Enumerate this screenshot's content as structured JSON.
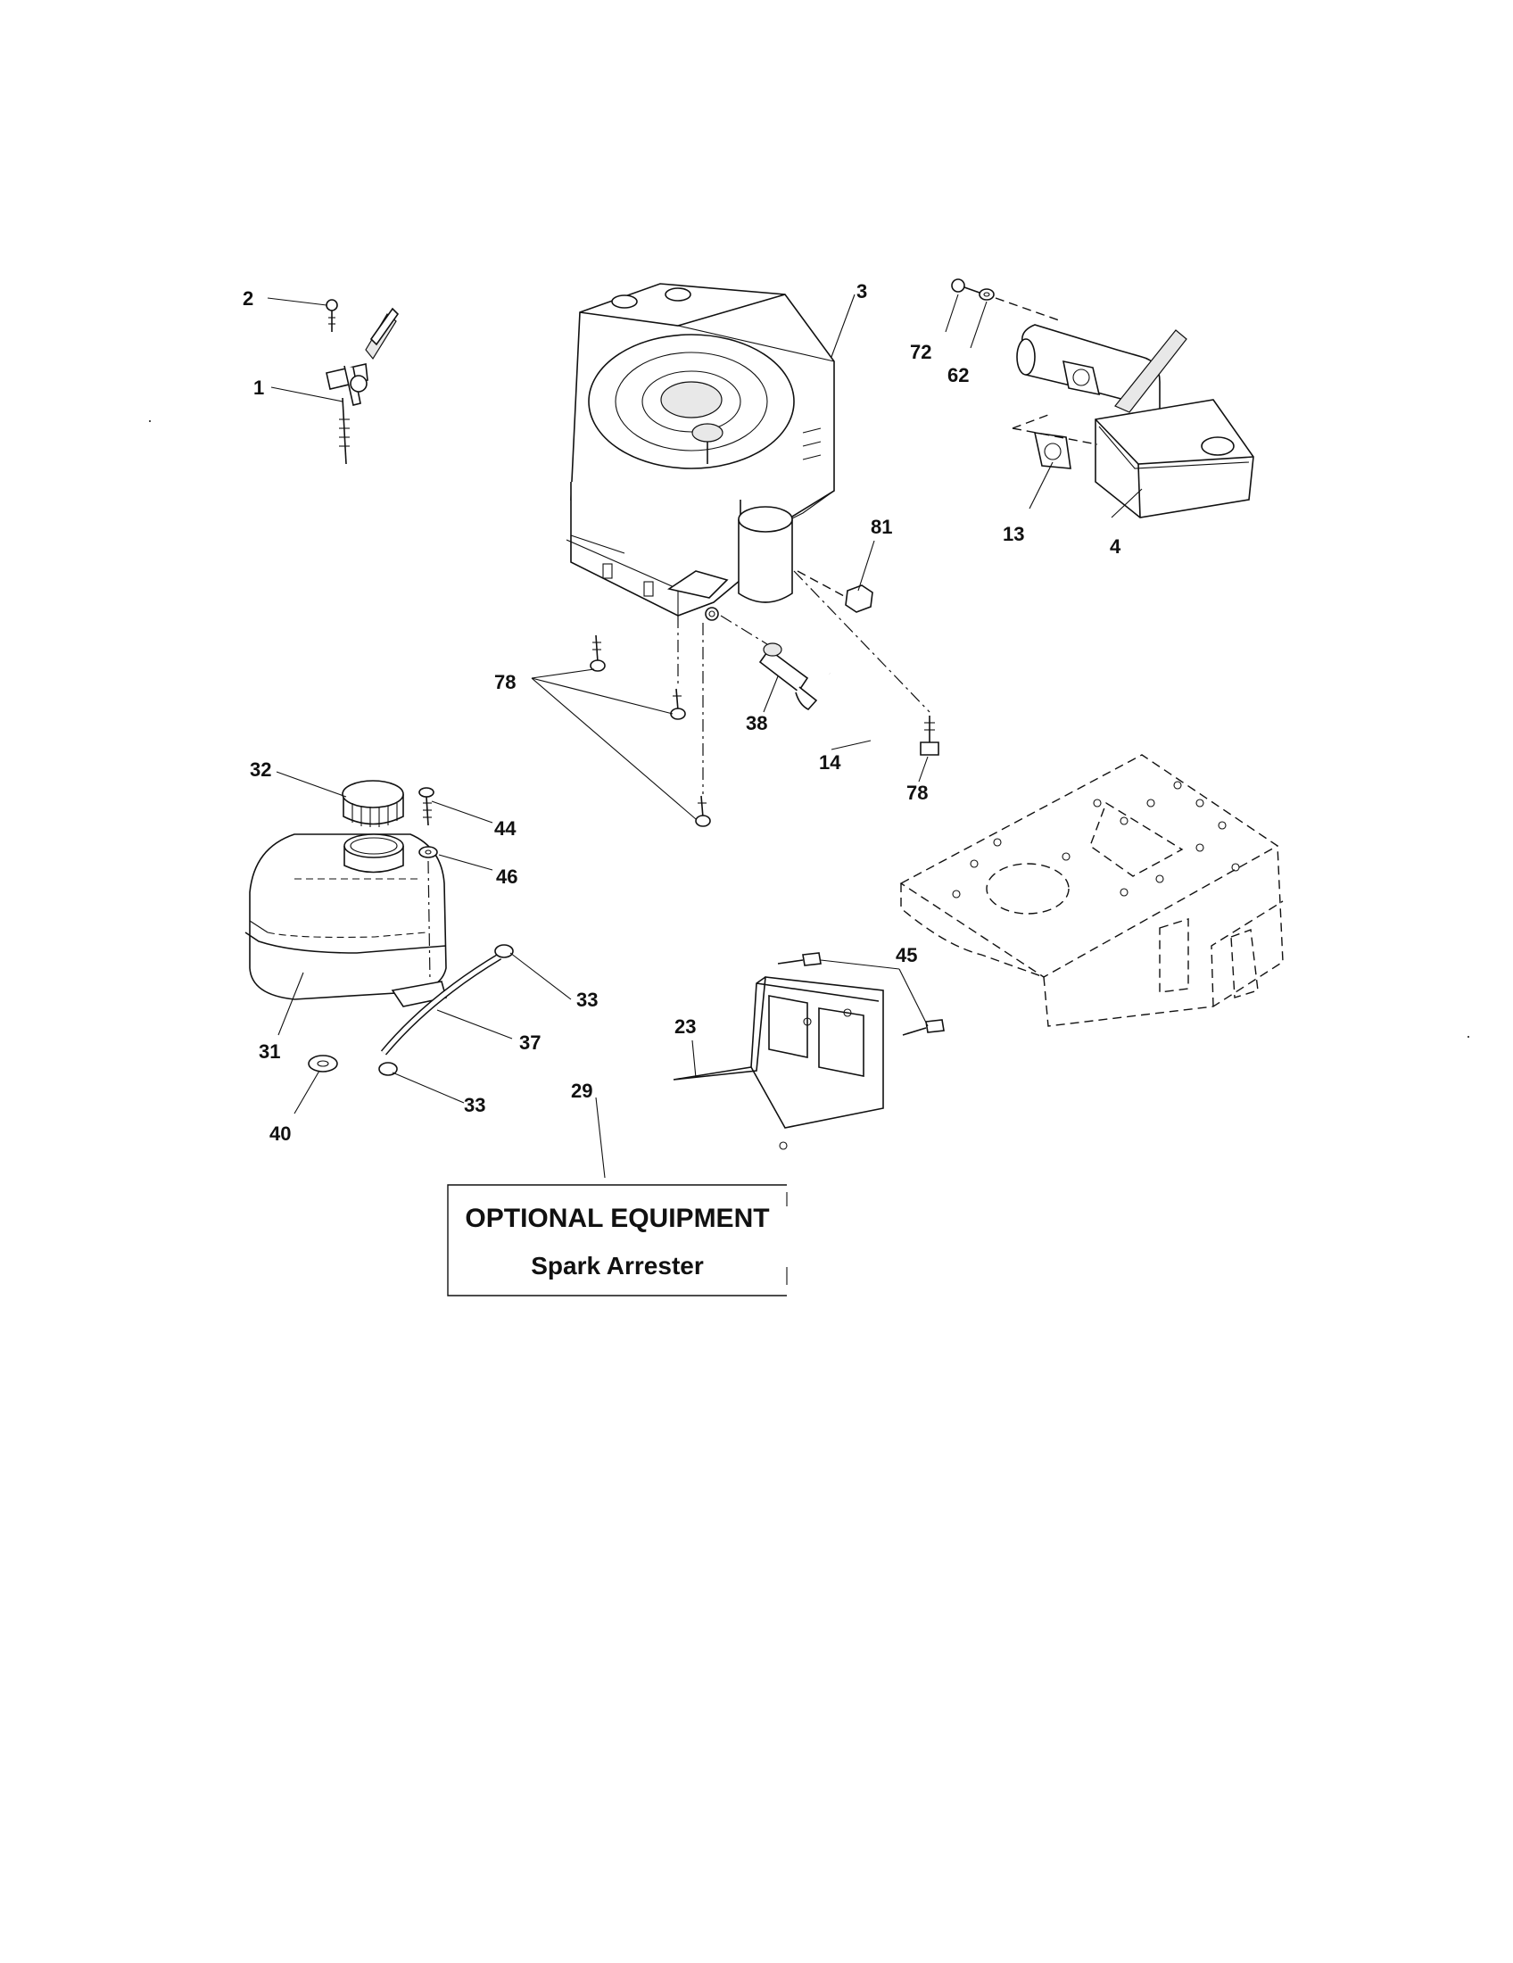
{
  "labels": {
    "p1": "1",
    "p2": "2",
    "p3": "3",
    "p4": "4",
    "p13": "13",
    "p14": "14",
    "p23": "23",
    "p29": "29",
    "p31": "31",
    "p32": "32",
    "p33a": "33",
    "p33b": "33",
    "p37": "37",
    "p38": "38",
    "p40": "40",
    "p44": "44",
    "p45": "45",
    "p46": "46",
    "p62": "62",
    "p72": "72",
    "p78a": "78",
    "p78b": "78",
    "p81": "81"
  },
  "optional_box": {
    "title": "OPTIONAL EQUIPMENT",
    "subtitle": "Spark Arrester"
  }
}
